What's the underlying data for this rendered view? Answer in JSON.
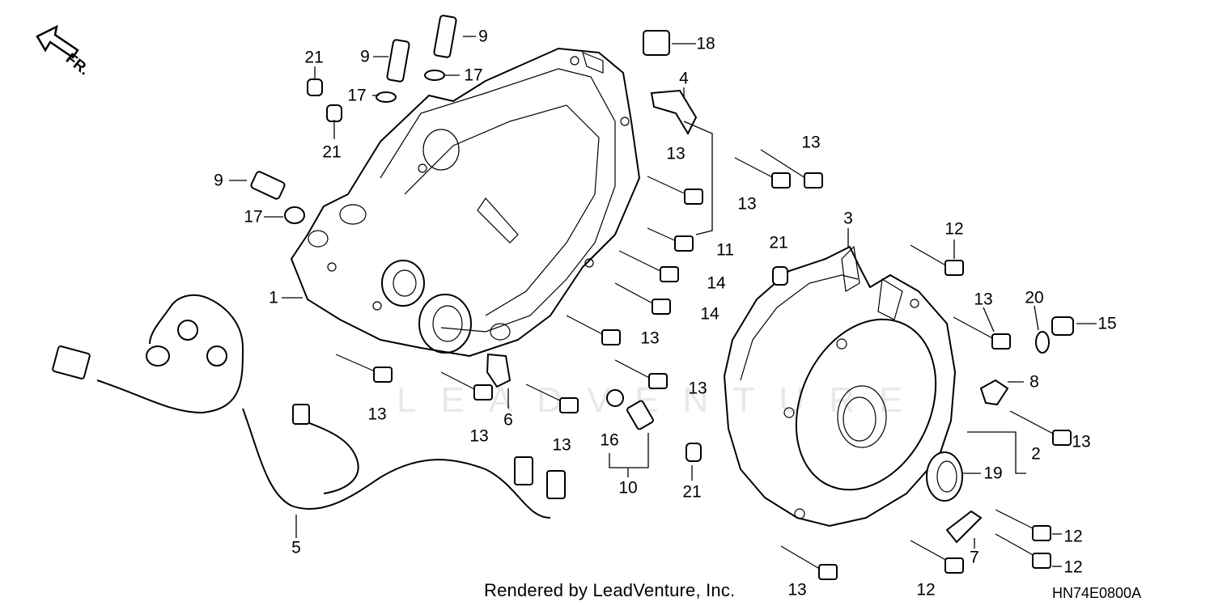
{
  "footer": {
    "credit": "Rendered by LeadVenture, Inc.",
    "drawing_code": "HN74E0800A"
  },
  "orientation": {
    "label": "FR.",
    "icon": "front-direction-arrow-icon"
  },
  "watermark": "LEADVENTURE",
  "callouts": [
    {
      "id": "c-21a",
      "text": "21"
    },
    {
      "id": "c-9a",
      "text": "9"
    },
    {
      "id": "c-9b",
      "text": "9"
    },
    {
      "id": "c-18",
      "text": "18"
    },
    {
      "id": "c-17a",
      "text": "17"
    },
    {
      "id": "c-17b",
      "text": "17"
    },
    {
      "id": "c-4",
      "text": "4"
    },
    {
      "id": "c-21b",
      "text": "21"
    },
    {
      "id": "c-9c",
      "text": "9"
    },
    {
      "id": "c-17c",
      "text": "17"
    },
    {
      "id": "c-13a",
      "text": "13"
    },
    {
      "id": "c-13b",
      "text": "13"
    },
    {
      "id": "c-13c",
      "text": "13"
    },
    {
      "id": "c-3",
      "text": "3"
    },
    {
      "id": "c-12a",
      "text": "12"
    },
    {
      "id": "c-21c",
      "text": "21"
    },
    {
      "id": "c-11",
      "text": "11"
    },
    {
      "id": "c-14a",
      "text": "14"
    },
    {
      "id": "c-14b",
      "text": "14"
    },
    {
      "id": "c-1",
      "text": "1"
    },
    {
      "id": "c-13d",
      "text": "13"
    },
    {
      "id": "c-20",
      "text": "20"
    },
    {
      "id": "c-15",
      "text": "15"
    },
    {
      "id": "c-13e",
      "text": "13"
    },
    {
      "id": "c-13f",
      "text": "13"
    },
    {
      "id": "c-8",
      "text": "8"
    },
    {
      "id": "c-13g",
      "text": "13"
    },
    {
      "id": "c-6",
      "text": "6"
    },
    {
      "id": "c-13h",
      "text": "13"
    },
    {
      "id": "c-13i",
      "text": "13"
    },
    {
      "id": "c-16",
      "text": "16"
    },
    {
      "id": "c-13j",
      "text": "13"
    },
    {
      "id": "c-2",
      "text": "2"
    },
    {
      "id": "c-19",
      "text": "19"
    },
    {
      "id": "c-10",
      "text": "10"
    },
    {
      "id": "c-21d",
      "text": "21"
    },
    {
      "id": "c-12b",
      "text": "12"
    },
    {
      "id": "c-7",
      "text": "7"
    },
    {
      "id": "c-5",
      "text": "5"
    },
    {
      "id": "c-12c",
      "text": "12"
    },
    {
      "id": "c-13k",
      "text": "13"
    },
    {
      "id": "c-12d",
      "text": "12"
    }
  ]
}
